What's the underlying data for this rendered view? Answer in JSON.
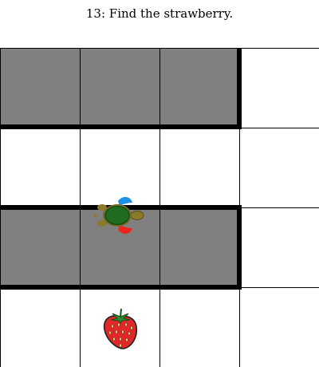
{
  "title": "13: Find the strawberry.",
  "grid": {
    "rows": 4,
    "cols": 4,
    "wall_rows": [
      0,
      2
    ],
    "wall_cols": [
      0,
      1,
      2
    ],
    "colors": {
      "wall": "#808080",
      "floor": "#ffffff",
      "line": "#000000"
    }
  },
  "player": {
    "icon": "turtle-icon",
    "row": 1,
    "col": 1,
    "facing": "right"
  },
  "goal": {
    "icon": "strawberry-icon",
    "row": 3,
    "col": 1
  }
}
